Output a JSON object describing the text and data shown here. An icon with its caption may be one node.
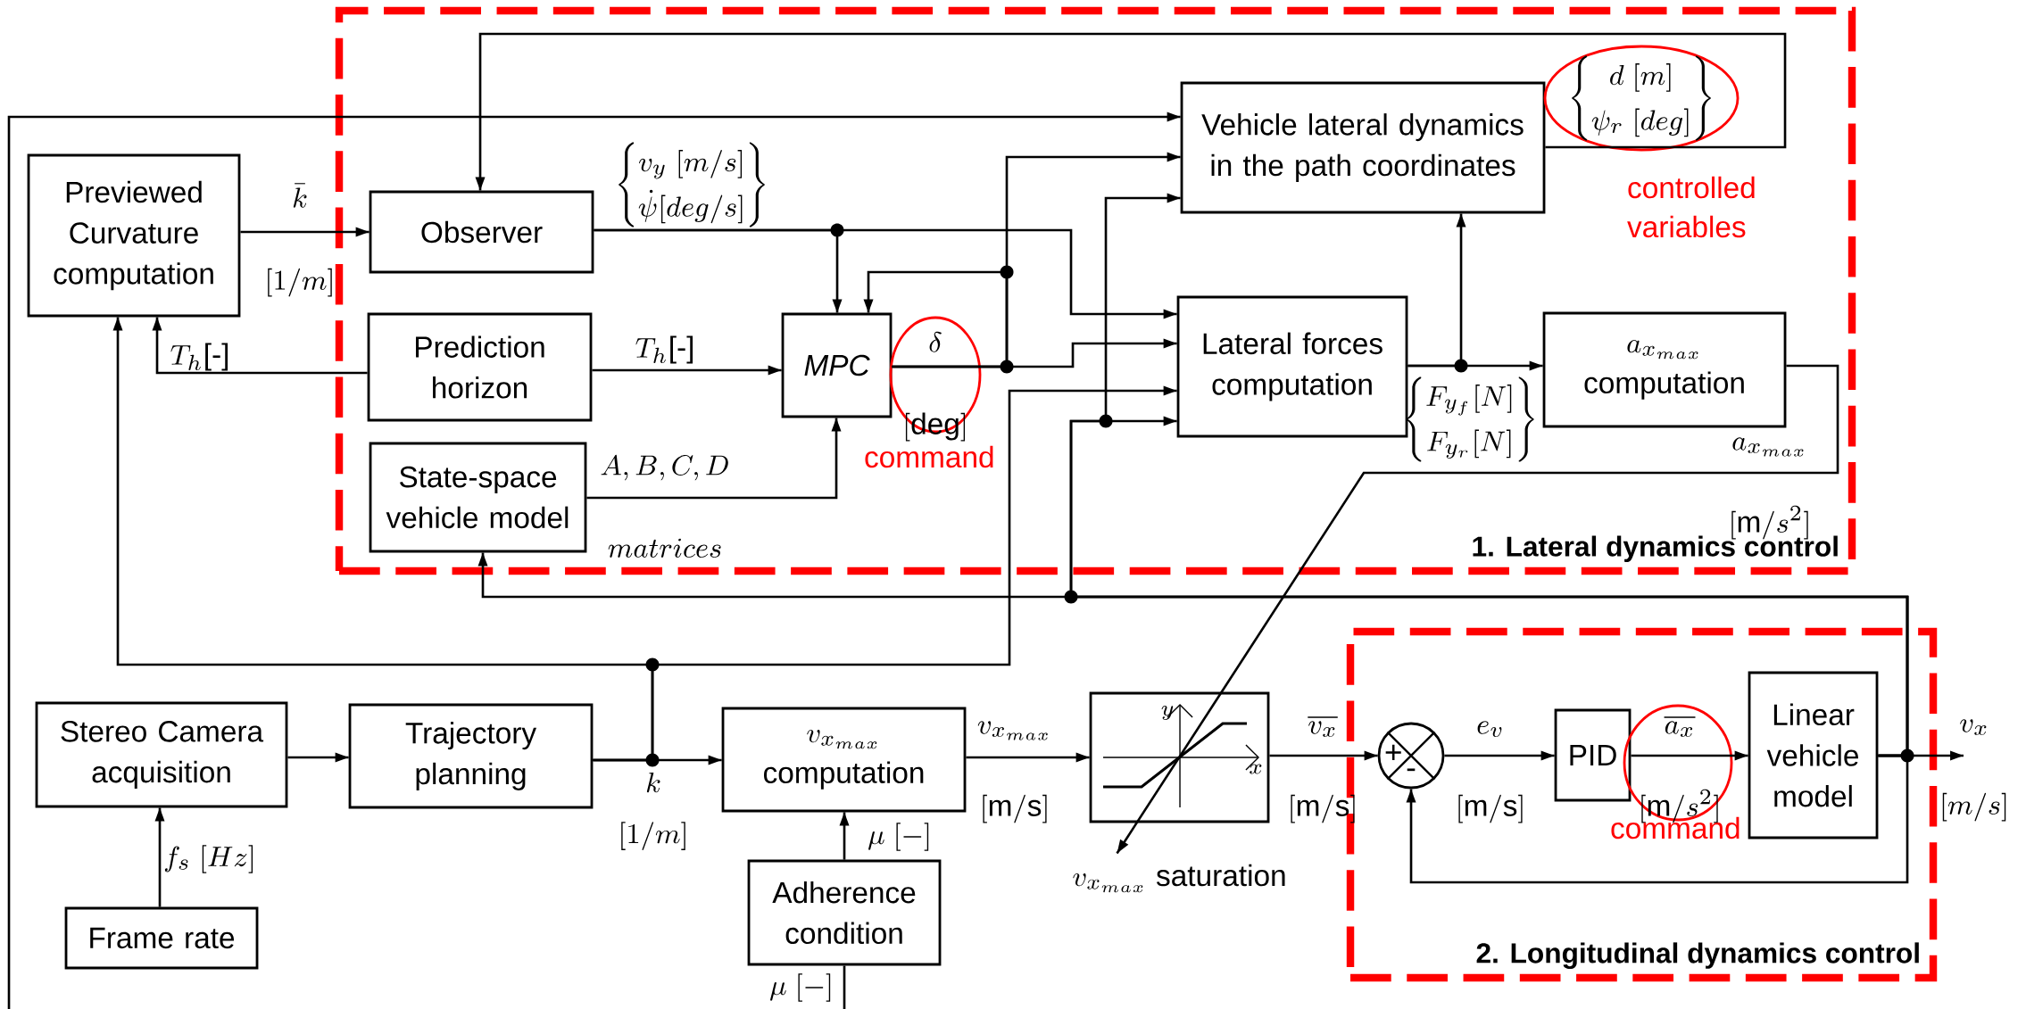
{
  "diagram": {
    "nodes": [
      {
        "text": [
          "1. Lateral dynamics control"
        ]
      },
      {
        "text": [
          "2. Longitudinal dynamics control"
        ]
      },
      {
        "text": [
          "Previewed Curvature computation"
        ]
      },
      {
        "text": [
          "Observer"
        ],
        "in": 0
      },
      {
        "text": [
          "Prediction horizon"
        ],
        "in": 0
      },
      {
        "text": [
          "State-space vehicle model"
        ],
        "in": 0
      },
      {
        "text": [
          "MPC"
        ],
        "in": 0
      },
      {
        "text": [
          "Vehicle lateral dynamics in the path coordinates"
        ],
        "in": 0
      },
      {
        "text": [
          "Lateral forces computation"
        ],
        "in": 0
      },
      {
        "text": [
          "a_{x_{max}}",
          "computation"
        ],
        "in": 0
      },
      {
        "text": [
          "Stereo Camera acquisition"
        ]
      },
      {
        "text": [
          "Trajectory planning"
        ]
      },
      {
        "text": [
          "Frame rate"
        ]
      },
      {
        "text": [
          "v_{x_{max}}",
          "computation"
        ]
      },
      {
        "text": [
          "Adherence condition"
        ]
      },
      {
        "text": [
          "y",
          "x"
        ],
        "beside": [
          "v_{x_{max}}\\ \\text{saturation}"
        ]
      },
      {
        "text": [
          "+",
          "-"
        ],
        "in": 1
      },
      {
        "text": [
          "PID"
        ],
        "in": 1
      },
      {
        "text": [
          "Linear vehicle model"
        ],
        "in": 1
      }
    ],
    "edges": [
      {
        "from": 2,
        "to": 3,
        "arrow": "to",
        "label": "\\begin{matrix}\\bar{k}\\\\ {[1/m]}\\end{matrix}"
      },
      {
        "from": 4,
        "to": 2,
        "arrow": "to",
        "label": "T_h\\text{[-]}"
      },
      {
        "from": 4,
        "to": 6,
        "arrow": "to",
        "label": "T_h\\text{[-]}"
      },
      {
        "from": 5,
        "to": 6,
        "arrow": "to",
        "label": "\\begin{matrix}A,B,C,D\\\\ matrices\\end{matrix}"
      },
      {
        "from": 3,
        "to": 6,
        "arrow": "to",
        "label": "\\left\\{\\begin{matrix}v_y\\;[m/s]\\\\ \\dot{\\psi}[deg/s]\\end{matrix}\\right\\}"
      },
      {
        "from": 3,
        "to": 8,
        "arrow": "to"
      },
      {
        "from": 6,
        "to": 8,
        "arrow": "to",
        "label": "\\begin{matrix}\\delta\\\\ {[\\mathrm{deg}]}\\end{matrix}"
      },
      {
        "from": 6,
        "to": 7,
        "arrow": "to"
      },
      {
        "from": 6,
        "to": 6,
        "arrow": "to"
      },
      {
        "from": 7,
        "to": 3,
        "arrow": "to",
        "label": "\\left\\{\\begin{matrix}d\\;[m]\\\\ \\psi_r\\;[deg]\\end{matrix}\\right\\}"
      },
      {
        "from": 8,
        "to": 9,
        "arrow": "to",
        "label": "\\left\\{\\begin{matrix}F_{y_f}[N]\\\\ F_{y_r}[N]\\end{matrix}\\right\\}"
      },
      {
        "from": 8,
        "to": 7,
        "arrow": "to"
      },
      {
        "from": 9,
        "to": 15,
        "arrow": "to",
        "label": "\\begin{matrix}a_{x_{max}}\\\\ {[\\mathrm{m}/s^2]}\\end{matrix}"
      },
      {
        "from": null,
        "to": 7,
        "arrow": "to"
      },
      {
        "from": 12,
        "to": 10,
        "arrow": "to",
        "label": "f_s\\;[Hz]"
      },
      {
        "from": 10,
        "to": 11,
        "arrow": "to"
      },
      {
        "from": 11,
        "to": 13,
        "arrow": "to",
        "label": "\\begin{matrix}k\\\\ {[1/m]}\\end{matrix}"
      },
      {
        "from": 11,
        "to": 2,
        "arrow": "to"
      },
      {
        "from": 11,
        "to": 8,
        "arrow": "to"
      },
      {
        "from": 14,
        "to": 13,
        "arrow": "to",
        "label": "\\mu\\;[-]"
      },
      {
        "from": null,
        "to": 14,
        "arrow": "none",
        "label": "\\mu\\;[-]"
      },
      {
        "from": 13,
        "to": 15,
        "arrow": "to",
        "label": "\\begin{matrix}v_{x_{max}}\\\\ {[\\mathrm{m/s}]}\\end{matrix}"
      },
      {
        "from": 15,
        "to": 16,
        "arrow": "to",
        "label": "\\begin{matrix}\\overline{v_x}\\\\ {[\\mathrm{m/s}]}\\end{matrix}"
      },
      {
        "from": 16,
        "to": 17,
        "arrow": "to",
        "label": "\\begin{matrix}e_v\\\\ {[\\mathrm{m/s}]}\\end{matrix}"
      },
      {
        "from": 17,
        "to": 18,
        "arrow": "to",
        "label": "\\begin{matrix}\\overline{a_x}\\\\ {[\\mathrm{m}/s^2]}\\end{matrix}"
      },
      {
        "from": 18,
        "to": null,
        "arrow": "to",
        "label": "\\begin{matrix}v_x\\\\ {[m/s]}\\end{matrix}"
      },
      {
        "from": 18,
        "to": 16,
        "arrow": "to"
      },
      {
        "from": 18,
        "to": 5,
        "arrow": "to"
      },
      {
        "from": 18,
        "to": 8,
        "arrow": "to"
      },
      {
        "from": 18,
        "to": 7,
        "arrow": "to"
      }
    ],
    "labels": [
      "command",
      "controlled variables",
      "command"
    ]
  }
}
